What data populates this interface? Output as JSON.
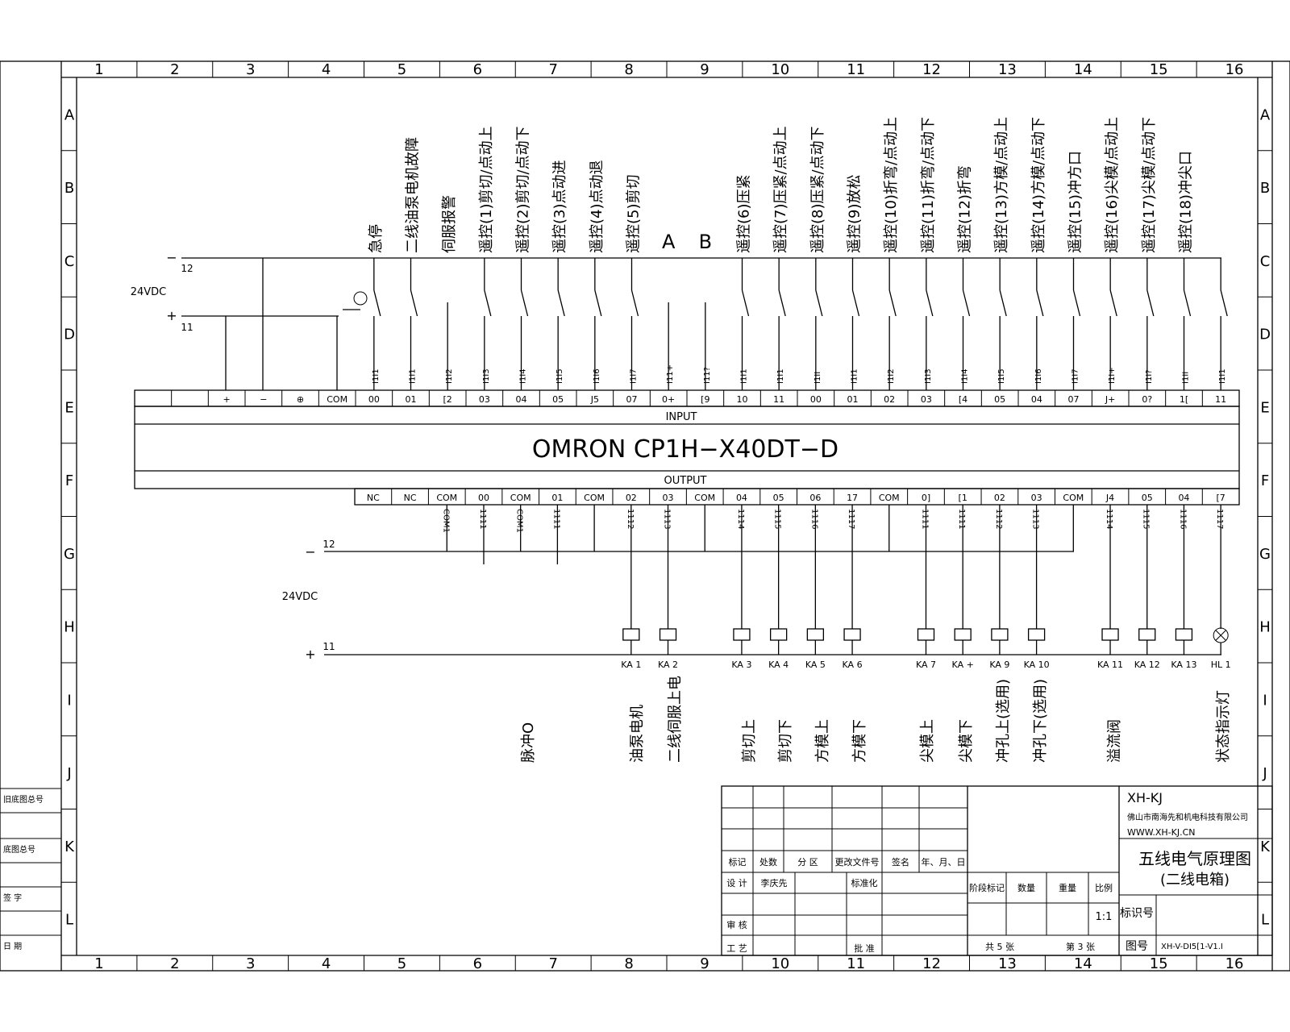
{
  "border": {
    "columns": [
      "1",
      "2",
      "3",
      "4",
      "5",
      "6",
      "7",
      "8",
      "9",
      "10",
      "11",
      "12",
      "13",
      "14",
      "15",
      "16"
    ],
    "rows": [
      "A",
      "B",
      "C",
      "D",
      "E",
      "F",
      "G",
      "H",
      "I",
      "J",
      "K",
      "L"
    ]
  },
  "left_strip": [
    "旧底图总号",
    "底图总号",
    "签 字",
    "日 期"
  ],
  "input": {
    "supply": {
      "minus_sign": "−",
      "minus_wire": "12",
      "plus_sign": "+",
      "plus_wire": "11",
      "voltage": "24VDC"
    },
    "labels": [
      "急停",
      "二线油泵电机故障",
      "伺服报警",
      "遥控(1)剪切/点动上",
      "遥控(2)剪切/点动下",
      "遥控(3)点动进",
      "遥控(4)点动退",
      "遥控(5)剪切",
      "A",
      "B",
      "遥控(6)压紧",
      "遥控(7)压紧/点动上",
      "遥控(8)压紧/点动下",
      "遥控(9)放松",
      "遥控(10)折弯/点动上",
      "遥控(11)折弯/点动下",
      "遥控(12)折弯",
      "遥控(13)方模/点动上",
      "遥控(14)方模/点动下",
      "遥控(15)冲方口",
      "遥控(16)尖模/点动上",
      "遥控(17)尖模/点动下",
      "遥控(18)冲尖口"
    ],
    "wire_ids": [
      "I1I1",
      "I1I1",
      "I1I2",
      "I1I3",
      "I1I4",
      "I1I5",
      "I1I6",
      "I1I7",
      "I11+",
      "I11?",
      "I1I1",
      "I1I1",
      "I1II",
      "I1I1",
      "I1I2",
      "I1I3",
      "I1I4",
      "I1I5",
      "I1I6",
      "I1I7",
      "I1I+",
      "I1I?",
      "I1II",
      "I1I1"
    ],
    "terminals": [
      "",
      "",
      "+",
      "−",
      "⊕",
      "COM",
      "00",
      "01",
      "[2",
      "03",
      "04",
      "05",
      "J5",
      "07",
      "0+",
      "[9",
      "10",
      "11",
      "00",
      "01",
      "02",
      "03",
      "[4",
      "05",
      "04",
      "07",
      "J+",
      "0?",
      "1[",
      "11"
    ],
    "label": "INPUT"
  },
  "plc": {
    "model": "OMRON  CP1H−X40DT−D"
  },
  "output": {
    "label": "OUTPUT",
    "terminals": [
      "NC",
      "NC",
      "COM",
      "00",
      "COM",
      "01",
      "COM",
      "02",
      "03",
      "COM",
      "04",
      "05",
      "06",
      "17",
      "COM",
      "0]",
      "[1",
      "02",
      "03",
      "COM",
      "J4",
      "05",
      "04",
      "[7"
    ],
    "wire_ids": [
      "COM1",
      "1111",
      "COM1",
      "1111",
      "1112",
      "1113",
      "1114",
      "1115",
      "1116",
      "1117",
      "1111",
      "1111",
      "1112",
      "1113",
      "1114",
      "1115",
      "1116",
      "1117"
    ],
    "supply": {
      "minus_sign": "−",
      "minus_wire": "12",
      "plus_sign": "+",
      "plus_wire": "11",
      "voltage": "24VDC"
    },
    "devices": [
      "KA 1",
      "KA 2",
      "KA 3",
      "KA 4",
      "KA 5",
      "KA 6",
      "KA 7",
      "KA +",
      "KA 9",
      "KA 10",
      "KA 11",
      "KA 12",
      "KA 13",
      "HL 1"
    ],
    "functions": [
      "脉冲O",
      "油泵电机",
      "二线伺服上电",
      "剪切上",
      "剪切下",
      "方模上",
      "方模下",
      "尖模上",
      "尖模下",
      "冲孔上(选用)",
      "冲孔下(选用)",
      "溢流阀",
      "状态指示灯"
    ]
  },
  "title_block": {
    "company_code": "XH-KJ",
    "company": "佛山市南海先和机电科技有限公司",
    "website": "WWW.XH-KJ.CN",
    "title_line1": "五线电气原理图",
    "title_line2": "(二线电箱)",
    "rev_headers": [
      "标记",
      "处数",
      "分 区",
      "更改文件号",
      "签名",
      "年、月、日"
    ],
    "design_label": "设 计",
    "designer": "李庆先",
    "standard_label": "标准化",
    "review_label": "审 核",
    "process_label": "工 艺",
    "approve_label": "批 准",
    "stage_headers": [
      "阶段标记",
      "数量",
      "重量",
      "比例"
    ],
    "scale": "1:1",
    "marker_label": "标识号",
    "sheets_total": "共 5  张",
    "sheet_no": "第 3  张",
    "drawing_no_label": "图号",
    "drawing_no": "XH-V-DI5[1-V1.I"
  }
}
